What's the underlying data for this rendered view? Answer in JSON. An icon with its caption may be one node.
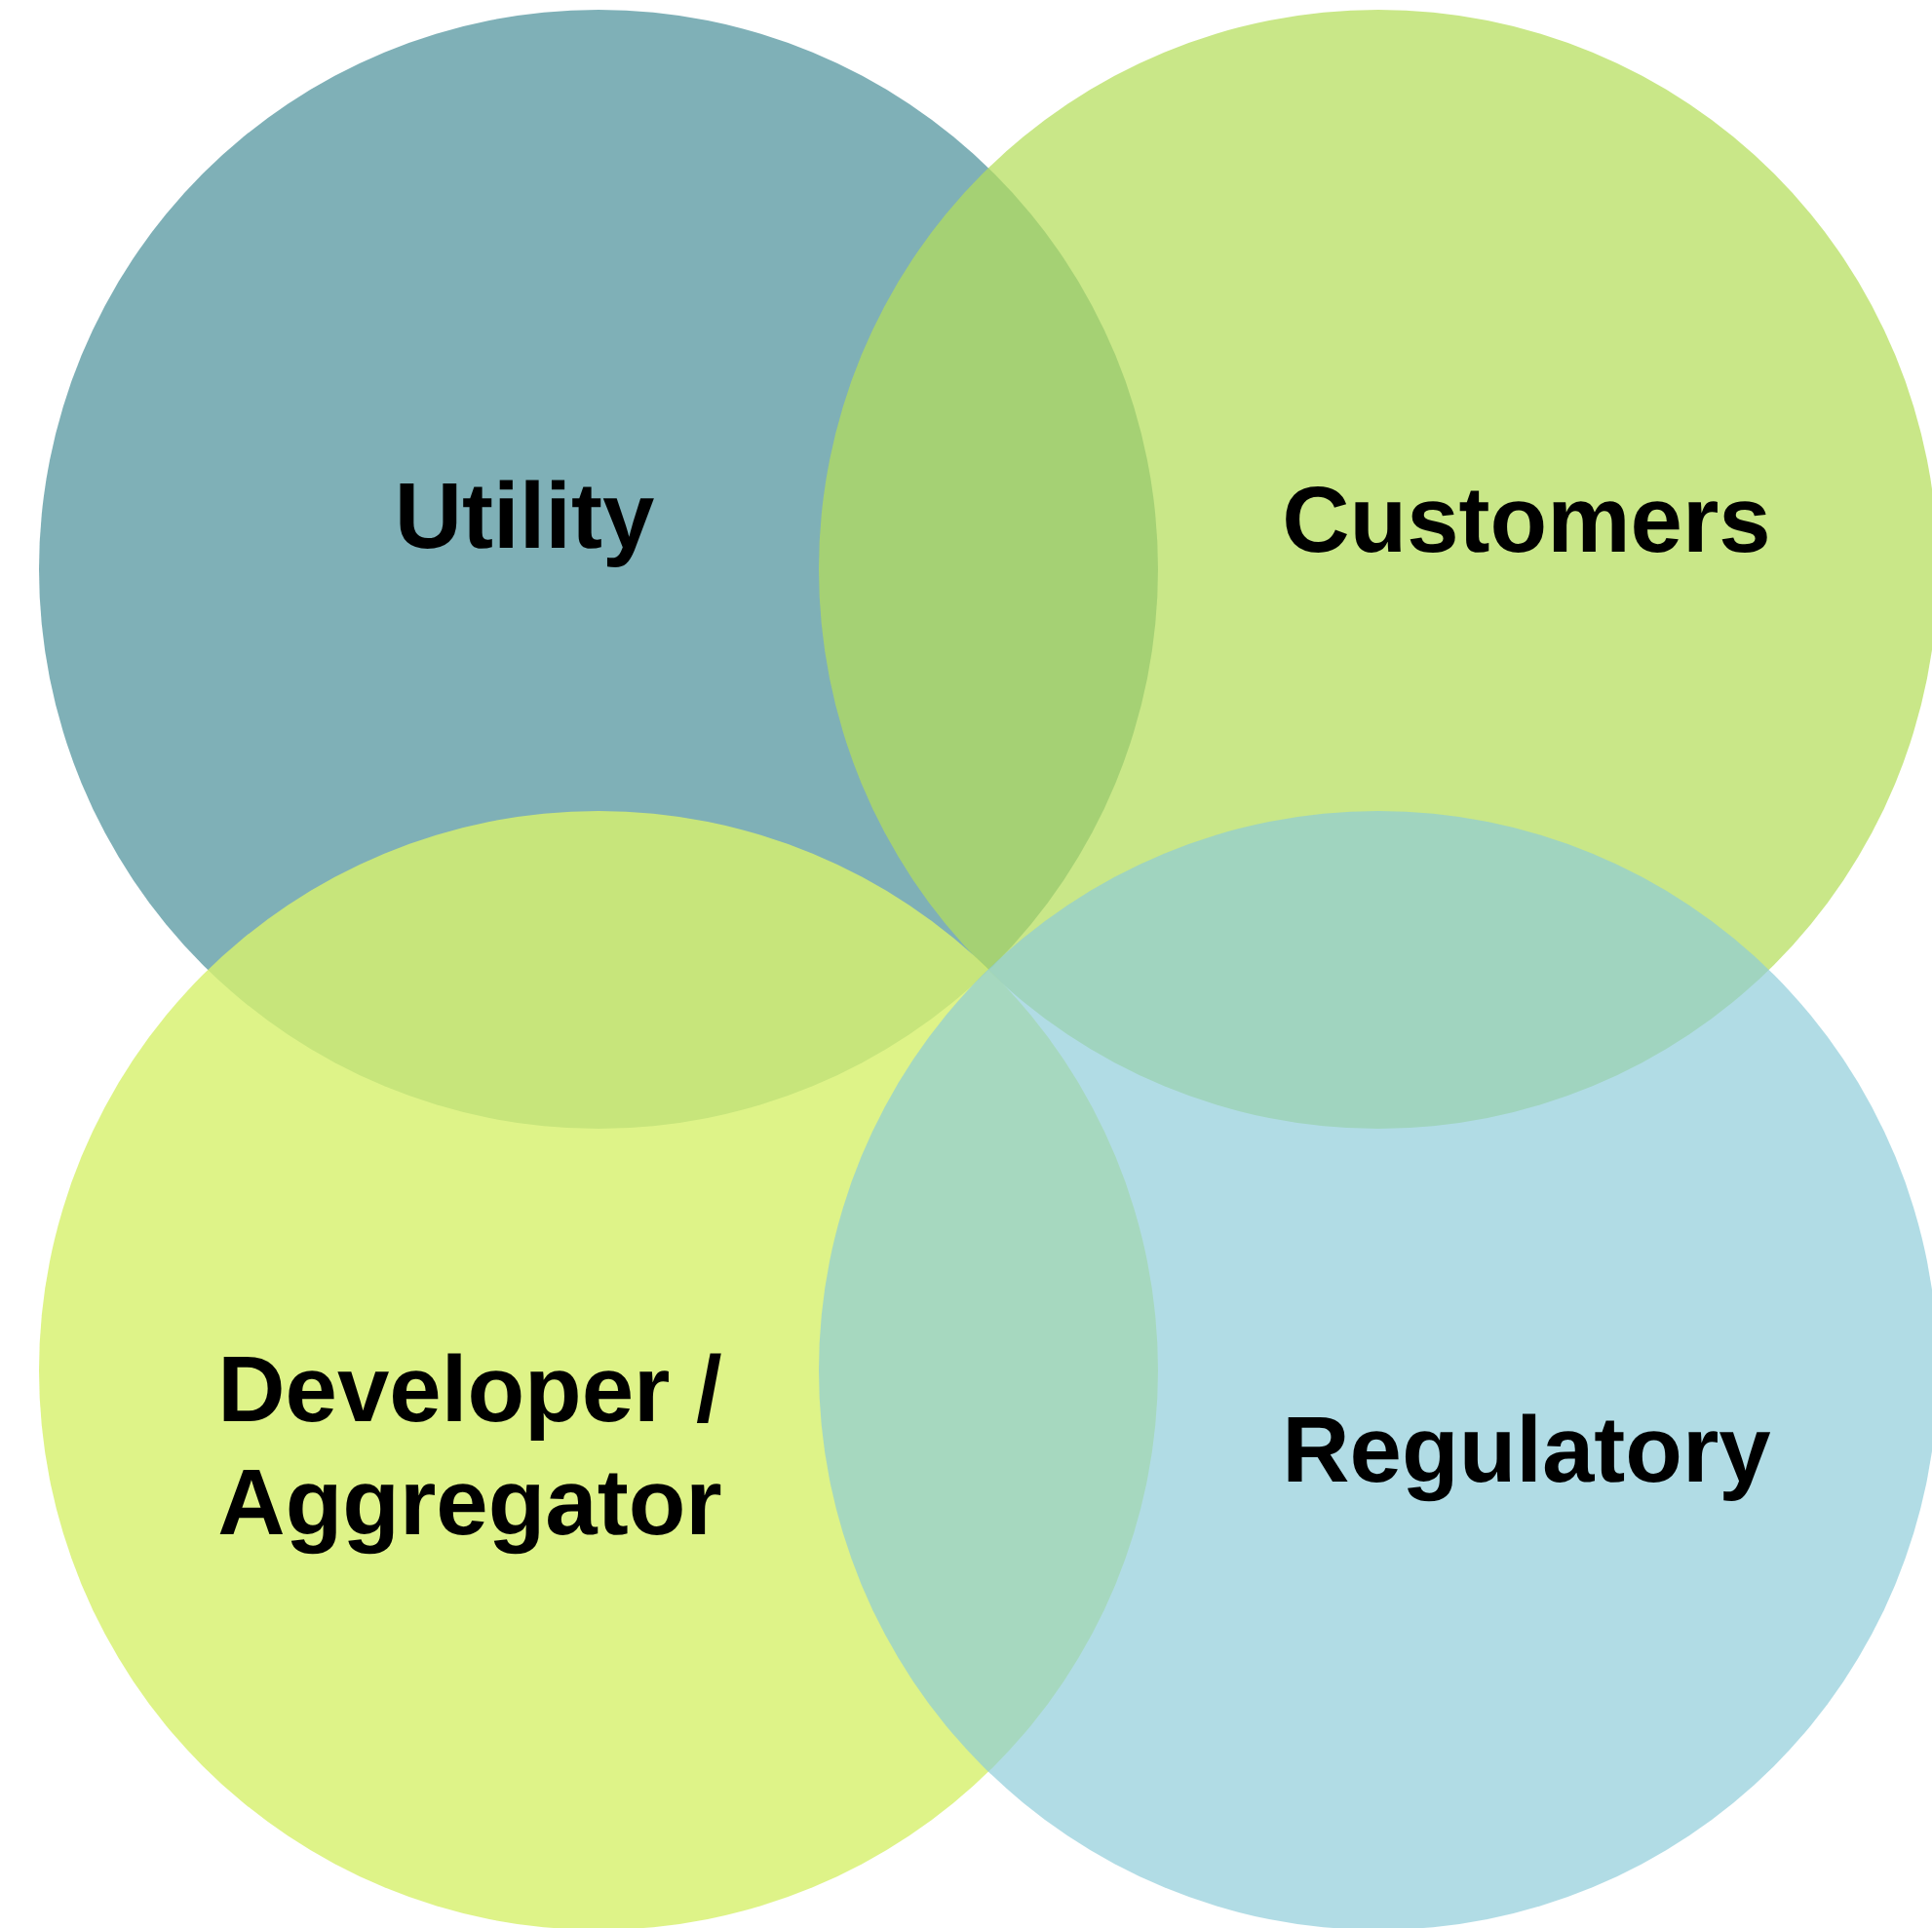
{
  "diagram": {
    "nodes": [
      {
        "text": [
          "Utility"
        ]
      },
      {
        "text": [
          "Customers"
        ]
      },
      {
        "text": [
          "Developer / Aggregator"
        ]
      },
      {
        "text": [
          "Regulatory"
        ]
      }
    ]
  }
}
